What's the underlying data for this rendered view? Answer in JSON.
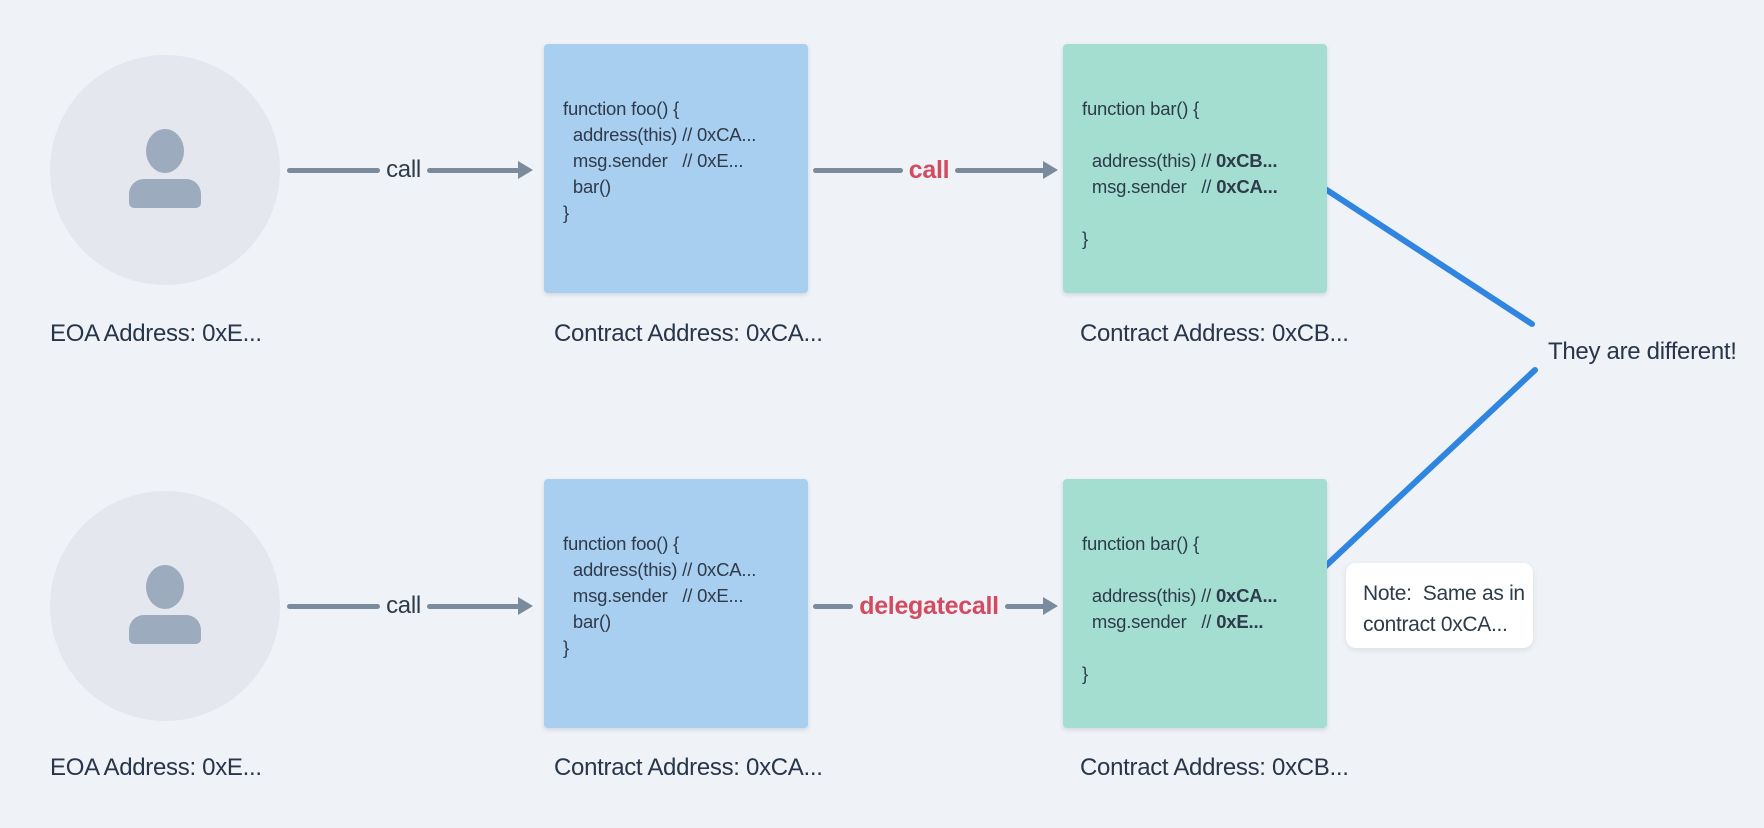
{
  "colors": {
    "background": "#EFF2F6",
    "contract_blue": "#A8CEF0",
    "contract_green": "#A3DED1",
    "arrow_gray": "#7A8B9D",
    "text_dark": "#2E3B4B",
    "red_accent": "#D24B60",
    "line_blue": "#2F85DF",
    "avatar_bg": "#E4E8EE",
    "avatar_icon": "#9CACBE",
    "note_bg": "#FFFFFF"
  },
  "rows": [
    {
      "eoa_label": "EOA Address: 0xE...",
      "call_label": "call",
      "inter_call_label": "call",
      "contract_a_label": "Contract Address: 0xCA...",
      "contract_b_label": "Contract Address: 0xCB...",
      "foo_code": [
        [
          {
            "t": "function foo() {"
          }
        ],
        [
          {
            "t": "  address(this) // 0xCA..."
          }
        ],
        [
          {
            "t": "  msg.sender   // 0xE..."
          }
        ],
        [
          {
            "t": "  bar()"
          }
        ],
        [
          {
            "t": "}"
          }
        ]
      ],
      "bar_code": [
        [
          {
            "t": "function bar() {"
          }
        ],
        [],
        [
          {
            "t": "  address(this) // "
          },
          {
            "t": "0xCB...",
            "b": true
          }
        ],
        [
          {
            "t": "  msg.sender   // "
          },
          {
            "t": "0xCA...",
            "b": true
          }
        ],
        [],
        [
          {
            "t": "}"
          }
        ]
      ]
    },
    {
      "eoa_label": "EOA Address: 0xE...",
      "call_label": "call",
      "inter_call_label": "delegatecall",
      "contract_a_label": "Contract Address: 0xCA...",
      "contract_b_label": "Contract Address: 0xCB...",
      "foo_code": [
        [
          {
            "t": "function foo() {"
          }
        ],
        [
          {
            "t": "  address(this) // 0xCA..."
          }
        ],
        [
          {
            "t": "  msg.sender   // 0xE..."
          }
        ],
        [
          {
            "t": "  bar()"
          }
        ],
        [
          {
            "t": "}"
          }
        ]
      ],
      "bar_code": [
        [
          {
            "t": "function bar() {"
          }
        ],
        [],
        [
          {
            "t": "  address(this) // "
          },
          {
            "t": "0xCA...",
            "b": true
          }
        ],
        [
          {
            "t": "  msg.sender   // "
          },
          {
            "t": "0xE...",
            "b": true
          }
        ],
        [],
        [
          {
            "t": "}"
          }
        ]
      ]
    }
  ],
  "annotations": {
    "different": "They are different!",
    "note": [
      "Note:  Same as in",
      "contract 0xCA..."
    ]
  }
}
